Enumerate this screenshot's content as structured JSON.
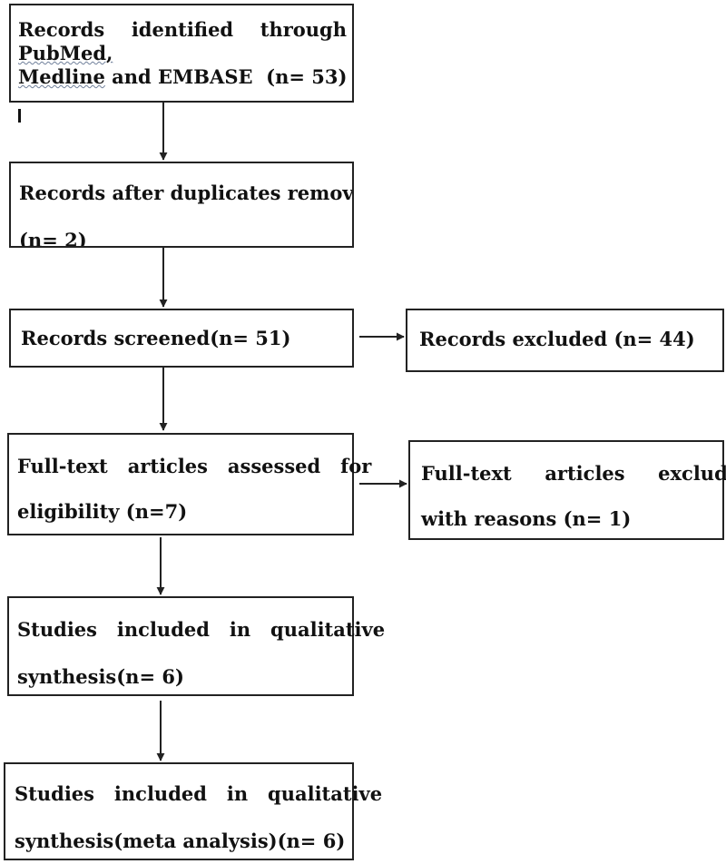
{
  "diagram": {
    "identified": {
      "line1_words": [
        "Records",
        "identified",
        "through",
        "PubMed,"
      ],
      "line2_prefix": "Medline",
      "line2_rest": " and EMBASE  (n= 53)"
    },
    "duplicates_removed": {
      "line1": "Records after duplicates removed",
      "line2": "(n= 2)"
    },
    "screened": {
      "text": "Records screened(n= 51)"
    },
    "excluded": {
      "text": "Records excluded (n= 44)"
    },
    "full_text_assessed": {
      "line1": "Full-text   articles   assessed   for",
      "line2": "eligibility (n=7)"
    },
    "full_text_excluded": {
      "line1": "Full-text     articles     excluded",
      "line2": "with reasons (n= 1)"
    },
    "qualitative": {
      "line1": "Studies   included   in   qualitative",
      "line2": "synthesis(n= 6)"
    },
    "meta_analysis": {
      "line1": "Studies   included   in   qualitative",
      "line2": "synthesis(meta analysis)(n= 6)"
    }
  }
}
